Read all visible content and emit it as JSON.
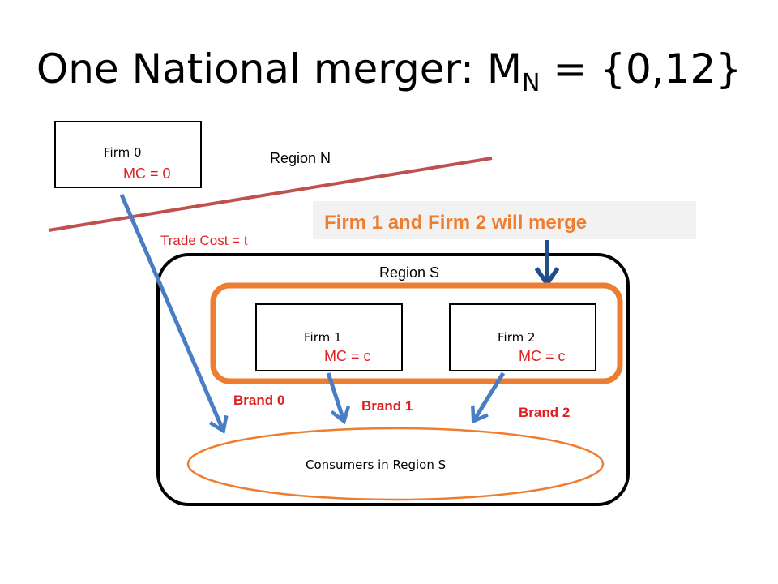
{
  "title": {
    "main": "One National merger: M",
    "subscript": "N",
    "suffix": " = {0,12}"
  },
  "firm0": {
    "name": "Firm 0",
    "mc": "MC = 0"
  },
  "region_n": "Region N",
  "trade_cost": "Trade Cost = t",
  "merge_callout": "Firm 1 and Firm 2 will merge",
  "region_s": "Region S",
  "firm1": {
    "name": "Firm 1",
    "mc": "MC = c"
  },
  "firm2": {
    "name": "Firm 2",
    "mc": "MC = c"
  },
  "brands": {
    "b0": "Brand 0",
    "b1": "Brand 1",
    "b2": "Brand 2"
  },
  "consumers": "Consumers in Region S",
  "colors": {
    "arrow_blue": "#4a7ec4",
    "merge_orange": "#ed7d31",
    "mc_red": "#e02020",
    "border_red": "#c0504d",
    "dark_arrow": "#1f4e8c"
  }
}
